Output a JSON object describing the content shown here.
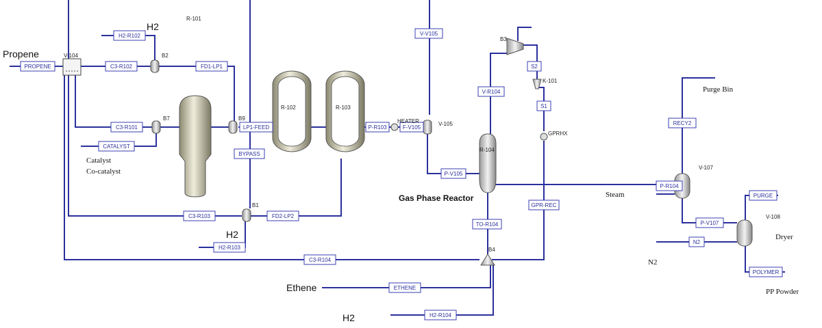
{
  "labels": {
    "propene": "Propene",
    "h2_top": "H2",
    "h2_mid": "H2",
    "h2_bottom": "H2",
    "ethene": "Ethene",
    "n2": "N2",
    "catalyst": "Catalyst",
    "cocatalyst": "Co-catalyst",
    "gas_phase_reactor": "Gas Phase Reactor",
    "steam": "Steam",
    "purge_bin": "Purge Bin",
    "dryer": "Dryer",
    "pp_powder": "PP Powder"
  },
  "blocks": {
    "r101": "R-101",
    "r102": "R-102",
    "r103": "R-103",
    "r104": "R-104",
    "v104": "V-104",
    "v105": "V-105",
    "v107": "V-107",
    "v108": "V-108",
    "b1": "B1",
    "b2": "B2",
    "b3": "B3",
    "b4": "B4",
    "b7": "B7",
    "b9": "B9",
    "k101": "K-101",
    "heater": "HEATER",
    "gprhx": "GPRHX"
  },
  "streams": {
    "propene": "PROPENE",
    "h2r102": "H2-R102",
    "c3r102": "C3-R102",
    "fd1lp1": "FD1-LP1",
    "c3r101": "C3-R101",
    "catalyst": "CATALYST",
    "lp1feed": "LP1-FEED",
    "bypass": "BYPASS",
    "c3r103": "C3-R103",
    "fd2lp2": "FD2-LP2",
    "h2r103": "H2-R103",
    "c3r104": "C3-R104",
    "ethene": "ETHENE",
    "h2r104": "H2-R104",
    "pr103": "P-R103",
    "fv105": "F-V105",
    "vv105": "V-V105",
    "pv105": "P-V105",
    "vr104": "V-R104",
    "s2": "S2",
    "s1": "S1",
    "gprrec": "GPR-REC",
    "tor104": "TO-R104",
    "recy2": "RECY2",
    "pr104": "P-R104",
    "pv107": "P-V107",
    "n2": "N2",
    "purge": "PURGE",
    "polymer": "POLYMER"
  },
  "colors": {
    "stream": "#2a2f9c",
    "vessel": "#c8c4aa"
  }
}
